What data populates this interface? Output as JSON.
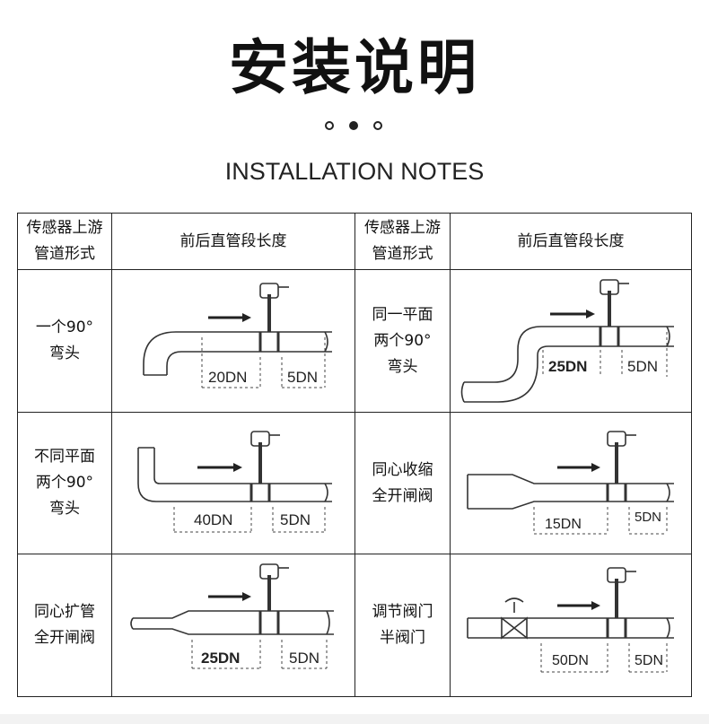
{
  "title": "安装说明",
  "subtitle": "INSTALLATION NOTES",
  "table": {
    "headers": [
      "传感器上游\n管道形式",
      "前后直管段长度",
      "传感器上游\n管道形式",
      "前后直管段长度"
    ],
    "rows": [
      [
        {
          "type": "一个90°\n弯头",
          "upstream": "20DN",
          "downstream": "5DN",
          "icon": "single-elbow-diagram"
        },
        {
          "type": "同一平面\n两个90°\n弯头",
          "upstream": "25DN",
          "downstream": "5DN",
          "icon": "double-elbow-same-plane-diagram"
        }
      ],
      [
        {
          "type": "不同平面\n两个90°\n弯头",
          "upstream": "40DN",
          "downstream": "5DN",
          "icon": "double-elbow-diff-plane-diagram"
        },
        {
          "type": "同心收缩\n全开闸阀",
          "upstream": "15DN",
          "downstream": "5DN",
          "icon": "concentric-reducer-diagram"
        }
      ],
      [
        {
          "type": "同心扩管\n全开闸阀",
          "upstream": "25DN",
          "downstream": "5DN",
          "icon": "concentric-expander-diagram"
        },
        {
          "type": "调节阀门\n半阀门",
          "upstream": "50DN",
          "downstream": "5DN",
          "icon": "control-valve-diagram"
        }
      ]
    ]
  }
}
